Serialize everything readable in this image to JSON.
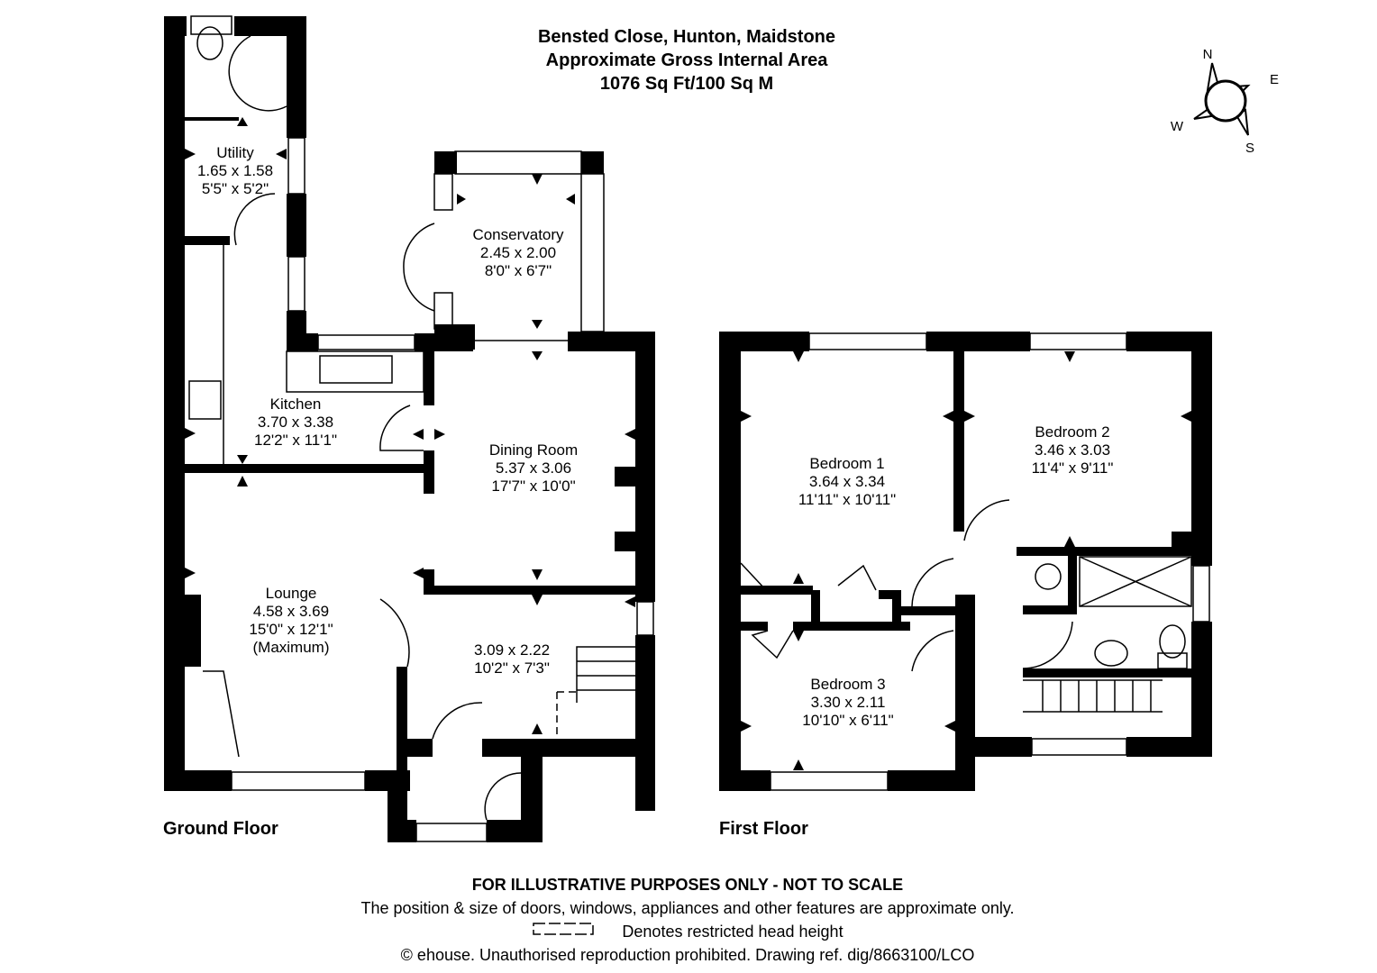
{
  "header": {
    "address": "Bensted Close, Hunton, Maidstone",
    "area_title": "Approximate Gross Internal Area",
    "area_value": "1076 Sq Ft/100 Sq M"
  },
  "compass": {
    "n": "N",
    "e": "E",
    "s": "S",
    "w": "W"
  },
  "ground_floor": {
    "label": "Ground Floor",
    "rooms": [
      {
        "name": "Utility",
        "metric": "1.65 x 1.58",
        "imperial": "5'5\" x 5'2\""
      },
      {
        "name": "Conservatory",
        "metric": "2.45 x 2.00",
        "imperial": "8'0\" x 6'7\""
      },
      {
        "name": "Kitchen",
        "metric": "3.70 x 3.38",
        "imperial": "12'2\" x 11'1\""
      },
      {
        "name": "Dining Room",
        "metric": "5.37 x 3.06",
        "imperial": "17'7\" x 10'0\""
      },
      {
        "name": "Lounge",
        "metric": "4.58 x 3.69",
        "imperial": "15'0\" x 12'1\"",
        "note": "(Maximum)"
      },
      {
        "name": "",
        "metric": "3.09 x 2.22",
        "imperial": "10'2\" x 7'3\""
      }
    ]
  },
  "first_floor": {
    "label": "First Floor",
    "rooms": [
      {
        "name": "Bedroom 1",
        "metric": "3.64 x 3.34",
        "imperial": "11'11\" x 10'11\""
      },
      {
        "name": "Bedroom 2",
        "metric": "3.46 x 3.03",
        "imperial": "11'4\" x 9'11\""
      },
      {
        "name": "Bedroom 3",
        "metric": "3.30 x 2.11",
        "imperial": "10'10\" x 6'11\""
      }
    ]
  },
  "footer": {
    "disclaimer": "FOR ILLUSTRATIVE PURPOSES ONLY - NOT TO SCALE",
    "note": "The position & size of doors, windows, appliances and other features are approximate only.",
    "legend": "Denotes restricted head height",
    "copyright": "© ehouse. Unauthorised reproduction prohibited. Drawing ref. dig/8663100/LCO"
  }
}
